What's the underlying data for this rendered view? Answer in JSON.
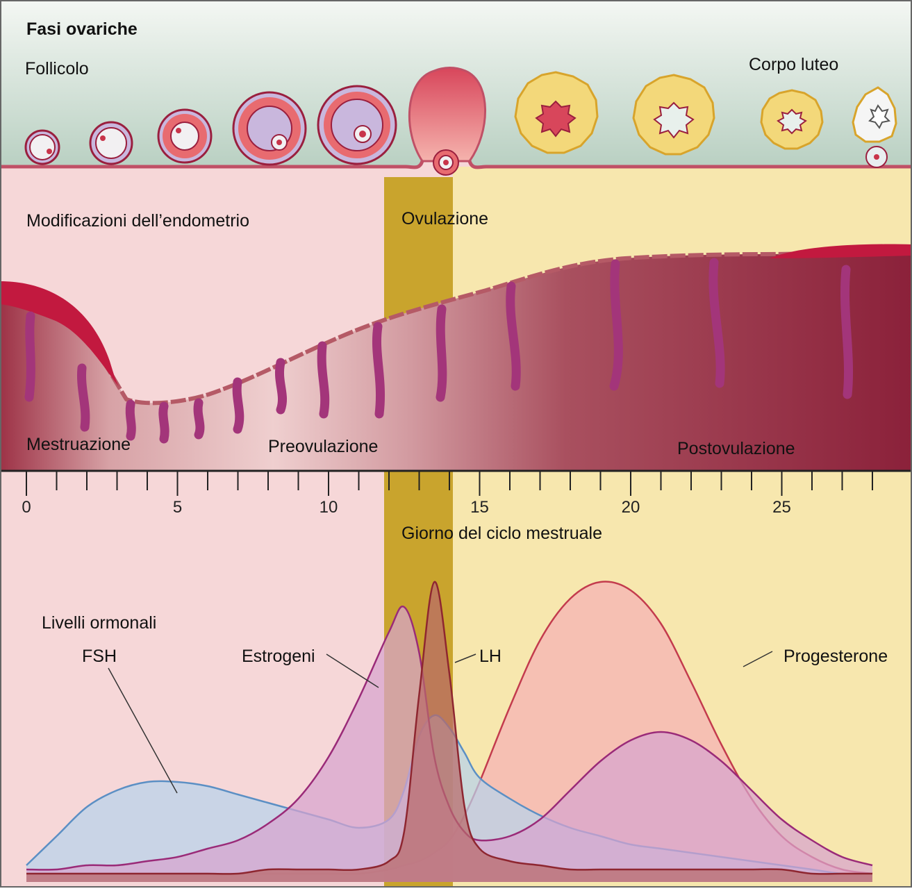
{
  "title": "Fasi ovariche",
  "labels": {
    "follicle": "Follicolo",
    "corpus_luteum": "Corpo luteo",
    "endometrium": "Modificazioni dell’endometrio",
    "ovulation": "Ovulazione",
    "menstruation": "Mestruazione",
    "preovulation": "Preovulazione",
    "postovulation": "Postovulazione",
    "axis_title": "Giorno del ciclo mestruale",
    "hormone_levels": "Livelli ormonali"
  },
  "hormones": [
    {
      "name": "FSH",
      "color": "#5b8fc4",
      "fill": "#b7d3ec"
    },
    {
      "name": "Estrogeni",
      "color": "#9a2a78",
      "fill": "#d7a3cf"
    },
    {
      "name": "LH",
      "color": "#8e2630",
      "fill": "#b86a6a"
    },
    {
      "name": "Progesterone",
      "color": "#c33b4d",
      "fill": "#f5b2b5"
    }
  ],
  "day_axis": {
    "min": 0,
    "max": 28,
    "tick_labels": [
      "0",
      "5",
      "10",
      "15",
      "20",
      "25"
    ]
  },
  "chart_data": {
    "type": "area",
    "x": [
      0,
      1,
      2,
      3,
      4,
      5,
      6,
      7,
      8,
      9,
      10,
      11,
      12,
      12.5,
      13,
      13.5,
      14,
      14.5,
      15,
      16,
      17,
      18,
      19,
      20,
      21,
      22,
      23,
      24,
      25,
      26,
      27,
      28
    ],
    "series": [
      {
        "name": "FSH",
        "values": [
          4,
          11,
          18,
          22,
          24,
          24,
          23,
          21,
          19,
          17,
          15,
          13,
          15,
          22,
          35,
          40,
          37,
          31,
          25,
          20,
          16,
          13,
          11,
          9,
          8,
          7,
          6,
          5,
          4,
          3,
          2,
          2
        ]
      },
      {
        "name": "Estrogeni",
        "values": [
          3,
          3,
          4,
          4,
          5,
          6,
          8,
          10,
          14,
          20,
          30,
          44,
          60,
          66,
          55,
          30,
          18,
          12,
          10,
          11,
          15,
          22,
          29,
          34,
          36,
          34,
          29,
          22,
          15,
          10,
          6,
          4
        ]
      },
      {
        "name": "LH",
        "values": [
          2,
          2,
          2,
          2,
          2,
          2,
          2,
          2,
          3,
          3,
          3,
          3,
          5,
          12,
          45,
          72,
          50,
          18,
          8,
          5,
          4,
          3,
          3,
          3,
          3,
          3,
          3,
          3,
          3,
          2,
          2,
          2
        ]
      },
      {
        "name": "Progesterone",
        "values": [
          2,
          2,
          2,
          2,
          2,
          2,
          2,
          2,
          2,
          2,
          2,
          2,
          3,
          4,
          5,
          7,
          10,
          16,
          24,
          42,
          58,
          68,
          72,
          70,
          62,
          48,
          33,
          20,
          11,
          6,
          3,
          2
        ]
      }
    ],
    "ovulation_window": [
      12.5,
      14
    ],
    "phases": [
      "Mestruazione",
      "Preovulazione",
      "Postovulazione"
    ]
  }
}
